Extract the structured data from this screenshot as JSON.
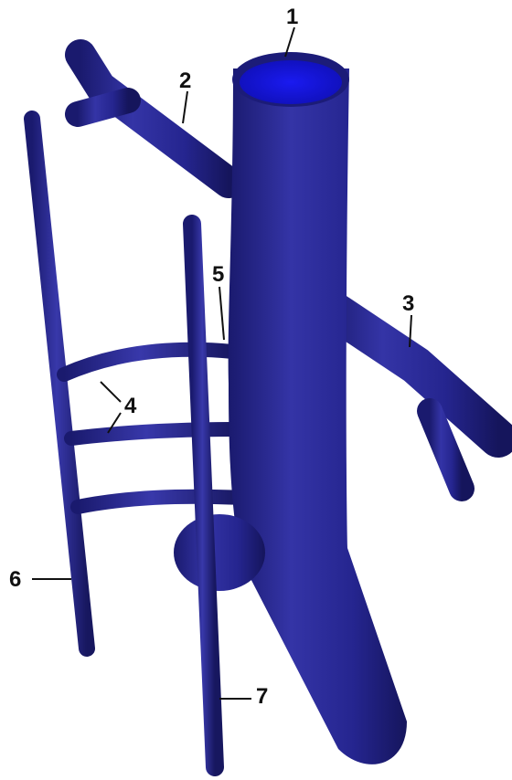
{
  "figure": {
    "colors": {
      "vessel": "#25258f",
      "vessel_highlight": "#3a3ab0",
      "vessel_shadow": "#14145a",
      "lumen": "#1212d8",
      "label": "#111111",
      "background": "#ffffff"
    },
    "labels": {
      "l1": "1",
      "l2": "2",
      "l3": "3",
      "l4": "4",
      "l5": "5",
      "l6": "6",
      "l7": "7"
    }
  }
}
